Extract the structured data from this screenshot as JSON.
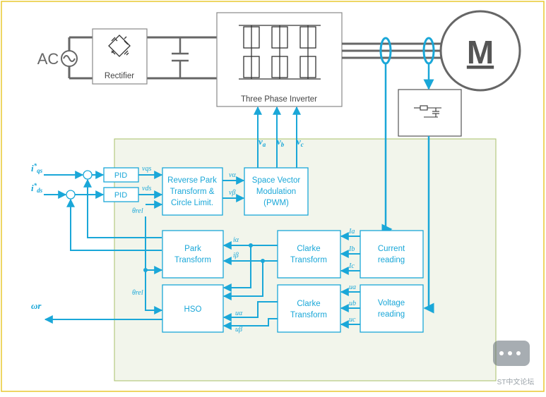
{
  "power": {
    "ac_label": "AC",
    "rectifier_label": "Rectifier",
    "inverter_label": "Three Phase Inverter",
    "motor_label": "M",
    "va": "v",
    "va_sub": "a",
    "vb": "v",
    "vb_sub": "b",
    "vc": "v",
    "vc_sub": "c"
  },
  "control": {
    "iqs_ref": "i",
    "iqs_sup": "*",
    "iqs_sub": "qs",
    "ids_ref": "i",
    "ids_sup": "*",
    "ids_sub": "ds",
    "pid1": "PID",
    "pid2": "PID",
    "vqs": "vqs",
    "vds": "vds",
    "theta1": "θrel",
    "theta2": "θrel",
    "rpark": [
      "Reverse Park",
      "Transform &",
      "Circle Limit."
    ],
    "valpha": "vα",
    "vbeta": "vβ",
    "svm": [
      "Space Vector",
      "Modulation",
      "(PWM)"
    ],
    "park": [
      "Park",
      "Transform"
    ],
    "ialpha": "iα",
    "ibeta": "iβ",
    "clarke1": [
      "Clarke",
      "Transform"
    ],
    "ia": "Ia",
    "ib": "Ib",
    "ic": "Ic",
    "current": [
      "Current",
      "reading"
    ],
    "hso": "HSO",
    "ualpha": "uα",
    "ubeta": "uβ",
    "clarke2": [
      "Clarke",
      "Transform"
    ],
    "ua": "ua",
    "ub": "ub",
    "uc": "uc",
    "voltage": [
      "Voltage",
      "reading"
    ],
    "omega": "ωr"
  },
  "watermark": "ST中文论坛",
  "colors": {
    "blue": "#1aa7d8",
    "panel": "#f2f5eb",
    "panel_border": "#a8c06a",
    "frame": "#e8c830"
  }
}
